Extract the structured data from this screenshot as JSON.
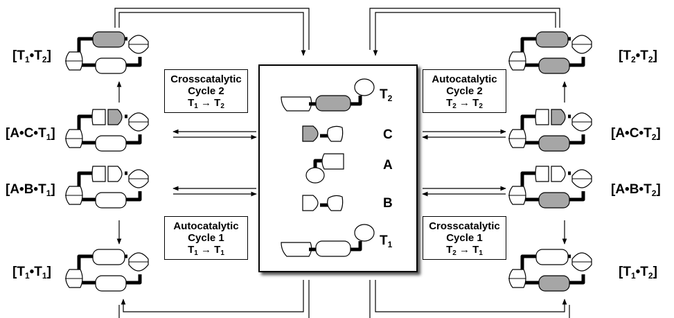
{
  "complexes_left": [
    {
      "id": "t1t2_left",
      "bracket_open": "[T",
      "s1": "1",
      "dot": "•T",
      "s2": "2",
      "bracket_close": "]"
    },
    {
      "id": "act1",
      "prefix": "[A•C•T",
      "sub": "1",
      "suffix": "]"
    },
    {
      "id": "abt1",
      "prefix": "[A•B•T",
      "sub": "1",
      "suffix": "]"
    },
    {
      "id": "t1t1",
      "bracket_open": "[T",
      "s1": "1",
      "dot": "•T",
      "s2": "1",
      "bracket_close": "]"
    }
  ],
  "complexes_right": [
    {
      "id": "t2t2",
      "bracket_open": "[T",
      "s1": "2",
      "dot": "•T",
      "s2": "2",
      "bracket_close": "]"
    },
    {
      "id": "act2",
      "prefix": "[A•C•T",
      "sub": "2",
      "suffix": "]"
    },
    {
      "id": "abt2",
      "prefix": "[A•B•T",
      "sub": "2",
      "suffix": "]"
    },
    {
      "id": "t1t2_right",
      "bracket_open": "[T",
      "s1": "1",
      "dot": "•T",
      "s2": "2",
      "bracket_close": "]"
    }
  ],
  "cycle_boxes": {
    "cross2": {
      "line1": "Crosscatalytic",
      "line2": "Cycle 2",
      "from": "T",
      "from_sub": "1",
      "arrow": "→",
      "to": "T",
      "to_sub": "2"
    },
    "auto2": {
      "line1": "Autocatalytic",
      "line2": "Cycle 2",
      "from": "T",
      "from_sub": "2",
      "arrow": "→",
      "to": "T",
      "to_sub": "2"
    },
    "auto1": {
      "line1": "Autocatalytic",
      "line2": "Cycle 1",
      "from": "T",
      "from_sub": "1",
      "arrow": "→",
      "to": "T",
      "to_sub": "1"
    },
    "cross1": {
      "line1": "Crosscatalytic",
      "line2": "Cycle 1",
      "from": "T",
      "from_sub": "2",
      "arrow": "→",
      "to": "T",
      "to_sub": "1"
    }
  },
  "species": {
    "t2": {
      "main": "T",
      "sub": "2"
    },
    "c": {
      "main": "C"
    },
    "a": {
      "main": "A"
    },
    "b": {
      "main": "B"
    },
    "t1": {
      "main": "T",
      "sub": "1"
    }
  },
  "colors": {
    "shaded": "#a6a6a6",
    "stroke": "#000000",
    "fill": "#ffffff"
  }
}
